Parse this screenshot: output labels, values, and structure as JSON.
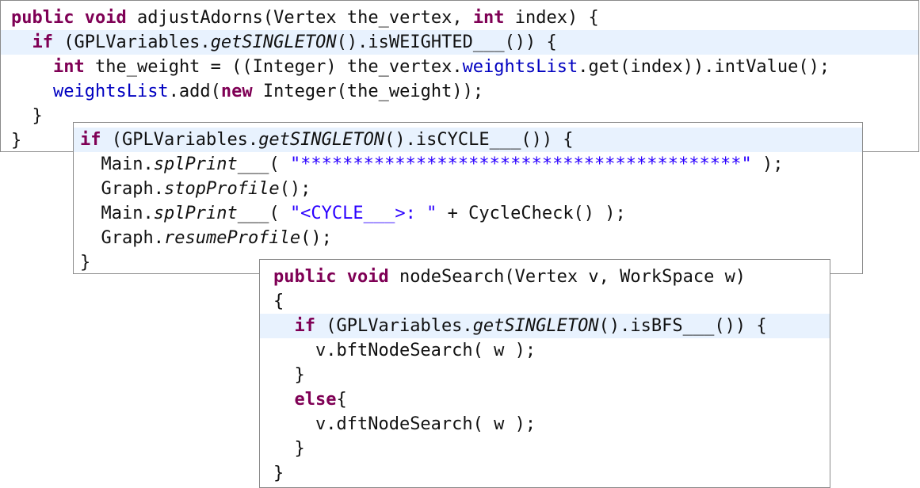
{
  "colors": {
    "keyword": "#7f0055",
    "field": "#0000c0",
    "string": "#2a00ff",
    "text": "#111111",
    "highlight": "#e8f2fe",
    "panel_border": "#8a8a8a"
  },
  "panel1": {
    "lines": [
      {
        "indent": "",
        "tokens": [
          {
            "t": "public",
            "k": "kw"
          },
          {
            "t": " "
          },
          {
            "t": "void",
            "k": "kw"
          },
          {
            "t": " adjustAdorns(Vertex the_vertex, "
          },
          {
            "t": "int",
            "k": "kw"
          },
          {
            "t": " index) {"
          }
        ]
      },
      {
        "indent": "  ",
        "highlight": true,
        "tokens": [
          {
            "t": "if",
            "k": "kw"
          },
          {
            "t": " (GPLVariables."
          },
          {
            "t": "getSINGLETON",
            "k": "it"
          },
          {
            "t": "().isWEIGHTED___()) {"
          }
        ]
      },
      {
        "indent": "    ",
        "tokens": [
          {
            "t": "int",
            "k": "kw"
          },
          {
            "t": " the_weight = ((Integer) the_vertex."
          },
          {
            "t": "weightsList",
            "k": "field"
          },
          {
            "t": ".get(index)).intValue();"
          }
        ]
      },
      {
        "indent": "    ",
        "tokens": [
          {
            "t": "weightsList",
            "k": "field"
          },
          {
            "t": ".add("
          },
          {
            "t": "new",
            "k": "kw"
          },
          {
            "t": " Integer(the_weight));"
          }
        ]
      },
      {
        "indent": "  ",
        "tokens": [
          {
            "t": "}"
          }
        ]
      },
      {
        "indent": "",
        "tokens": [
          {
            "t": "}"
          }
        ]
      }
    ]
  },
  "panel2": {
    "lines": [
      {
        "indent": "",
        "highlight": true,
        "tokens": [
          {
            "t": "if",
            "k": "kw"
          },
          {
            "t": " (GPLVariables."
          },
          {
            "t": "getSINGLETON",
            "k": "it"
          },
          {
            "t": "().isCYCLE___()) {"
          }
        ]
      },
      {
        "indent": "  ",
        "tokens": [
          {
            "t": "Main."
          },
          {
            "t": "splPrint___",
            "k": "it"
          },
          {
            "t": "( "
          },
          {
            "t": "\"******************************************\"",
            "k": "str"
          },
          {
            "t": " );"
          }
        ]
      },
      {
        "indent": "  ",
        "tokens": [
          {
            "t": "Graph."
          },
          {
            "t": "stopProfile",
            "k": "it"
          },
          {
            "t": "();"
          }
        ]
      },
      {
        "indent": "  ",
        "tokens": [
          {
            "t": "Main."
          },
          {
            "t": "splPrint___",
            "k": "it"
          },
          {
            "t": "( "
          },
          {
            "t": "\"<CYCLE___>: \"",
            "k": "str"
          },
          {
            "t": " + CycleCheck() );"
          }
        ]
      },
      {
        "indent": "  ",
        "tokens": [
          {
            "t": "Graph."
          },
          {
            "t": "resumeProfile",
            "k": "it"
          },
          {
            "t": "();"
          }
        ]
      },
      {
        "indent": "",
        "tokens": [
          {
            "t": "}"
          }
        ]
      }
    ]
  },
  "panel3": {
    "lines": [
      {
        "indent": "",
        "tokens": [
          {
            "t": "public",
            "k": "kw"
          },
          {
            "t": " "
          },
          {
            "t": "void",
            "k": "kw"
          },
          {
            "t": " nodeSearch(Vertex v, WorkSpace w)"
          }
        ]
      },
      {
        "indent": "",
        "tokens": [
          {
            "t": "{"
          }
        ]
      },
      {
        "indent": "  ",
        "highlight": true,
        "tokens": [
          {
            "t": "if",
            "k": "kw"
          },
          {
            "t": " (GPLVariables."
          },
          {
            "t": "getSINGLETON",
            "k": "it"
          },
          {
            "t": "().isBFS___()) {"
          }
        ]
      },
      {
        "indent": "    ",
        "tokens": [
          {
            "t": "v.bftNodeSearch( w );"
          }
        ]
      },
      {
        "indent": "  ",
        "tokens": [
          {
            "t": "}"
          }
        ]
      },
      {
        "indent": "  ",
        "tokens": [
          {
            "t": "else",
            "k": "kw"
          },
          {
            "t": "{"
          }
        ]
      },
      {
        "indent": "    ",
        "tokens": [
          {
            "t": "v.dftNodeSearch( w );"
          }
        ]
      },
      {
        "indent": "  ",
        "tokens": [
          {
            "t": "}"
          }
        ]
      },
      {
        "indent": "",
        "tokens": [
          {
            "t": "}"
          }
        ]
      }
    ]
  }
}
